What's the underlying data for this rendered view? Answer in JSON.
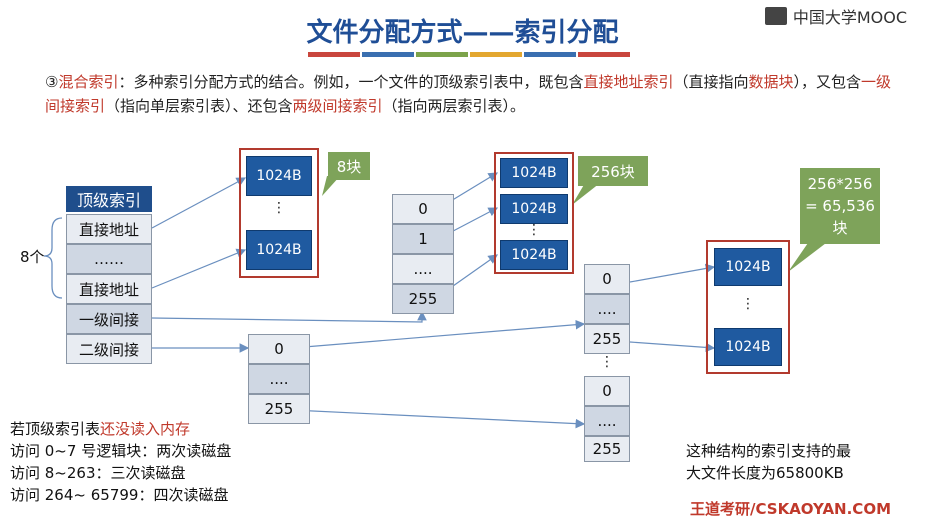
{
  "header": {
    "title": "文件分配方式——索引分配",
    "logo": "中国大学MOOC"
  },
  "title_bar_colors": [
    "#c9463d",
    "#3a6fb0",
    "#7ca34a",
    "#e3a72f",
    "#3a6fb0",
    "#c9463d"
  ],
  "desc": {
    "part1": "③",
    "term_mixed": "混合索引",
    "part2": "：多种索引分配方式的结合。例如，一个文件的顶级索引表中，既包含",
    "term_direct": "直接地址索引",
    "part3": "（直接指向",
    "term_block": "数据块",
    "part4": "），又包含",
    "term_level1": "一级间接索引",
    "part5": "（指向单层索引表）、还包含",
    "term_level2": "两级间接索引",
    "part6": "（指向两层索引表）。"
  },
  "top_table": {
    "header": "顶级索引",
    "rows": [
      "直接地址",
      "……",
      "直接地址",
      "一级间接",
      "二级间接"
    ],
    "count_label": "8个"
  },
  "direct_blocks": {
    "block": "1024B",
    "dots": "⋮",
    "callout": "8块"
  },
  "level1_table": {
    "rows": [
      "0",
      "1",
      "....",
      "255"
    ]
  },
  "level1_blocks": {
    "block": "1024B",
    "dots": "⋮",
    "callout": "256块"
  },
  "level2_table": {
    "rows": [
      "0",
      "....",
      "255"
    ]
  },
  "level2_sub1": {
    "rows": [
      "0",
      "....",
      "255"
    ]
  },
  "level2_sub2": {
    "rows": [
      "0",
      "....",
      "255"
    ]
  },
  "mid_dots": "⋮",
  "level2_blocks": {
    "block": "1024B",
    "dots": "⋮",
    "callout": "256*256\n= 65,536\n块"
  },
  "notes": {
    "line1a": "若顶级索引表",
    "line1b": "还没读入内存",
    "line2": "访问 0~7 号逻辑块：两次读磁盘",
    "line3": "访问 8~263：三次读磁盘",
    "line4": "访问 264~ 65799：四次读磁盘"
  },
  "max_file": {
    "line1": "这种结构的索引支持的最",
    "line2": "大文件长度为65800KB"
  },
  "footer": "王道考研/CSKAOYAN.COM"
}
